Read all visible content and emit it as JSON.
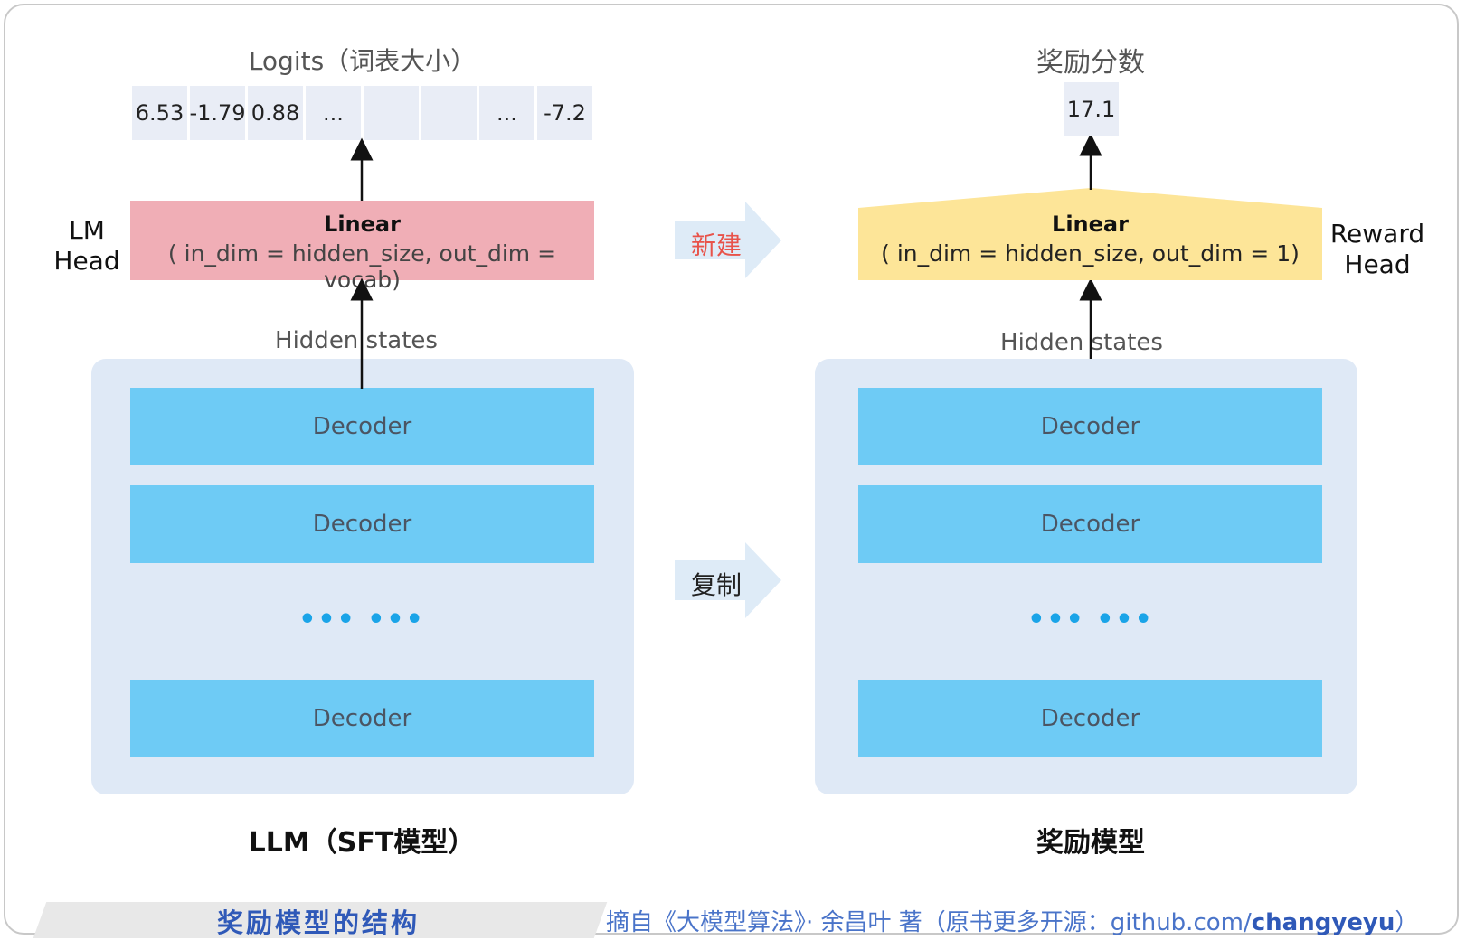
{
  "left": {
    "logits_label": "Logits（词表大小）",
    "logits": [
      "6.53",
      "-1.79",
      "0.88",
      "...",
      "",
      "",
      "...",
      "-7.2"
    ],
    "head_label": "LM\nHead",
    "linear_title": "Linear",
    "linear_params": "( in_dim = hidden_size,  out_dim = vocab)",
    "hidden_states": "Hidden states",
    "decoders": [
      "Decoder",
      "Decoder",
      "Decoder"
    ],
    "ellipsis": "••• •••",
    "title": "LLM（SFT模型）"
  },
  "right": {
    "score_label": "奖励分数",
    "score": "17.1",
    "head_label": "Reward\nHead",
    "linear_title": "Linear",
    "linear_params": "( in_dim = hidden_size,  out_dim = 1)",
    "hidden_states": "Hidden states",
    "decoders": [
      "Decoder",
      "Decoder",
      "Decoder"
    ],
    "ellipsis": "••• •••",
    "title": "奖励模型"
  },
  "actions": {
    "new": "新建",
    "copy": "复制"
  },
  "colors": {
    "new_text": "#e8534a",
    "copy_text": "#222222",
    "action_arrow": "#deebf7"
  },
  "footer": {
    "caption": "奖励模型的结构",
    "source_prefix": "摘自《大模型算法》· 余昌叶 著（原书更多开源：github.com/",
    "source_bold": "changyeyu",
    "source_suffix": "）"
  }
}
